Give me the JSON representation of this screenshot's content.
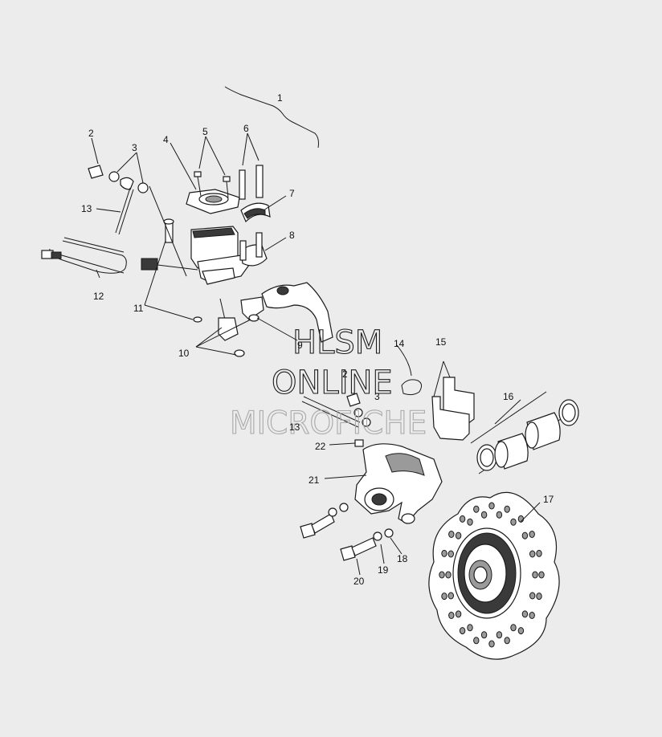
{
  "watermark": {
    "line1": "HLSM",
    "line2": "ONLINE",
    "line3": "MICROFICHE"
  },
  "callouts": {
    "c1": "1",
    "c2a": "2",
    "c3a": "3",
    "c4": "4",
    "c5": "5",
    "c6": "6",
    "c7": "7",
    "c8": "8",
    "c9": "9",
    "c10": "10",
    "c11": "11",
    "c12": "12",
    "c13a": "13",
    "c14": "14",
    "c15": "15",
    "c16": "16",
    "c17": "17",
    "c18": "18",
    "c19": "19",
    "c20": "20",
    "c21": "21",
    "c22": "22",
    "c2b": "2",
    "c3b": "3",
    "c13b": "13"
  },
  "colors": {
    "background": "#ececec",
    "ink": "#1a1a1a"
  }
}
